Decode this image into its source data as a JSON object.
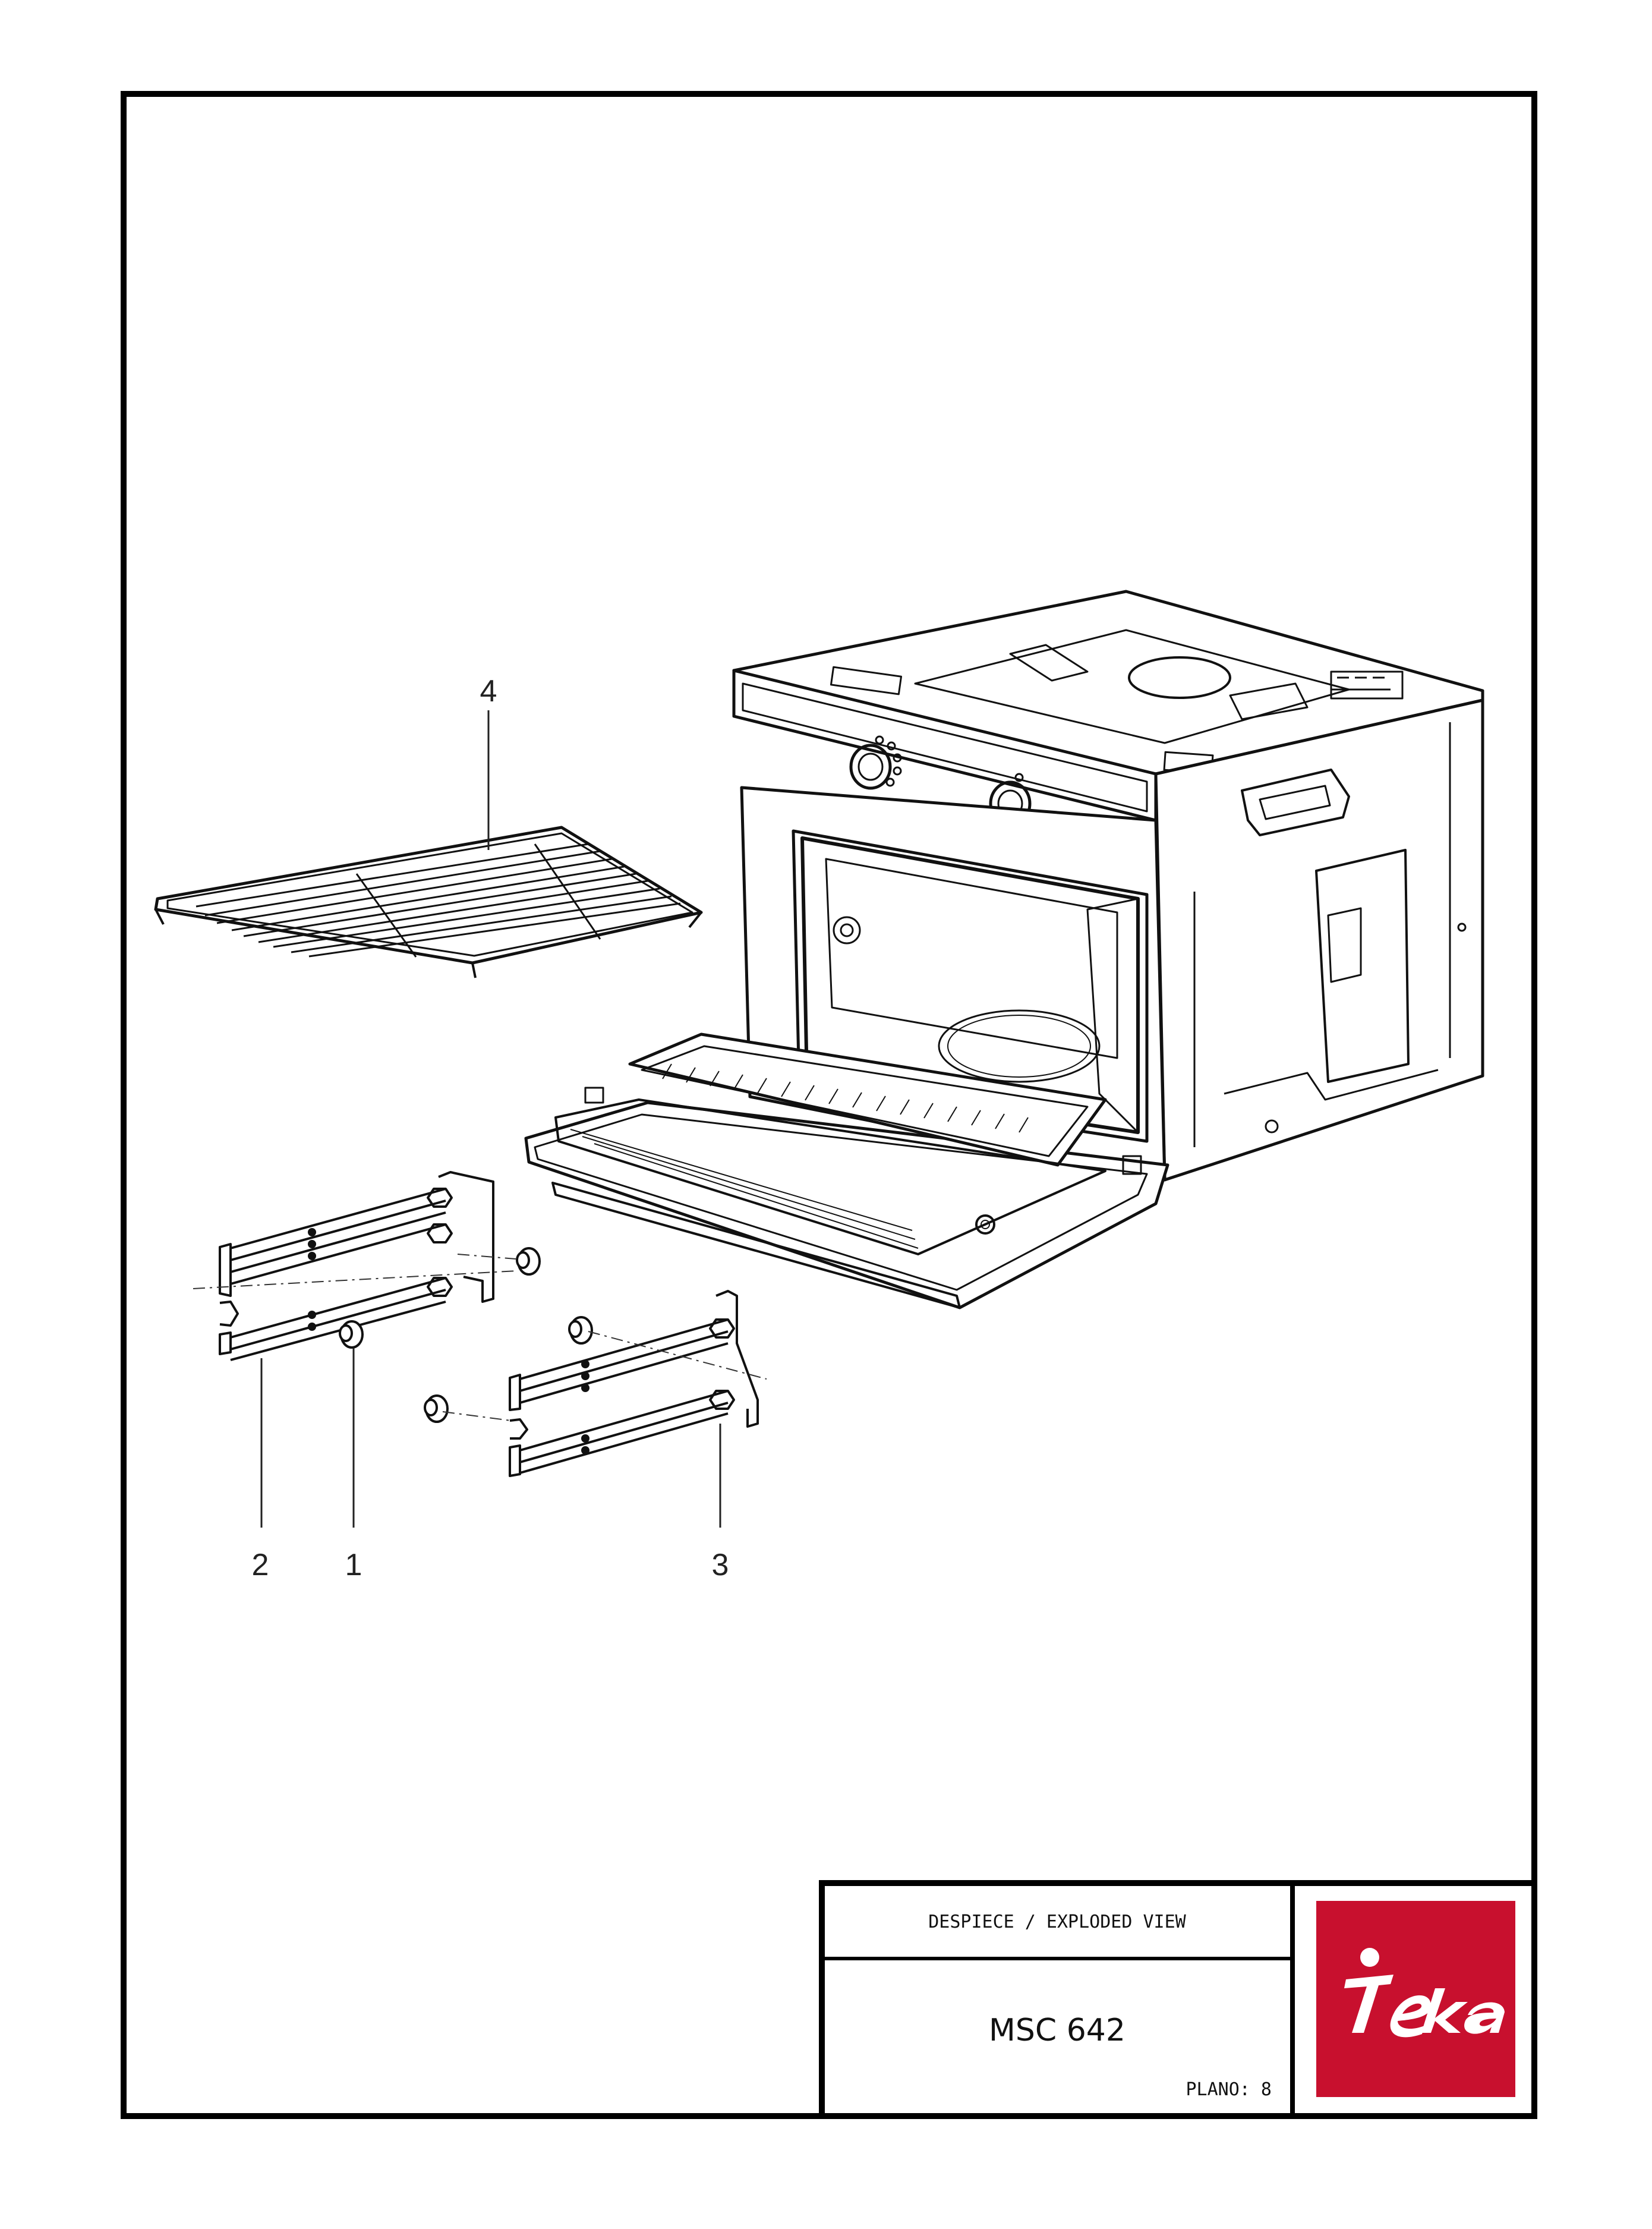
{
  "drawing": {
    "callouts": [
      "1",
      "2",
      "3",
      "4"
    ]
  },
  "title_block": {
    "header": "DESPIECE / EXPLODED VIEW",
    "model": "MSC 642",
    "plano": "PLANO: 8"
  },
  "brand": {
    "logo_text": "Teka",
    "color": "#C8102E"
  }
}
